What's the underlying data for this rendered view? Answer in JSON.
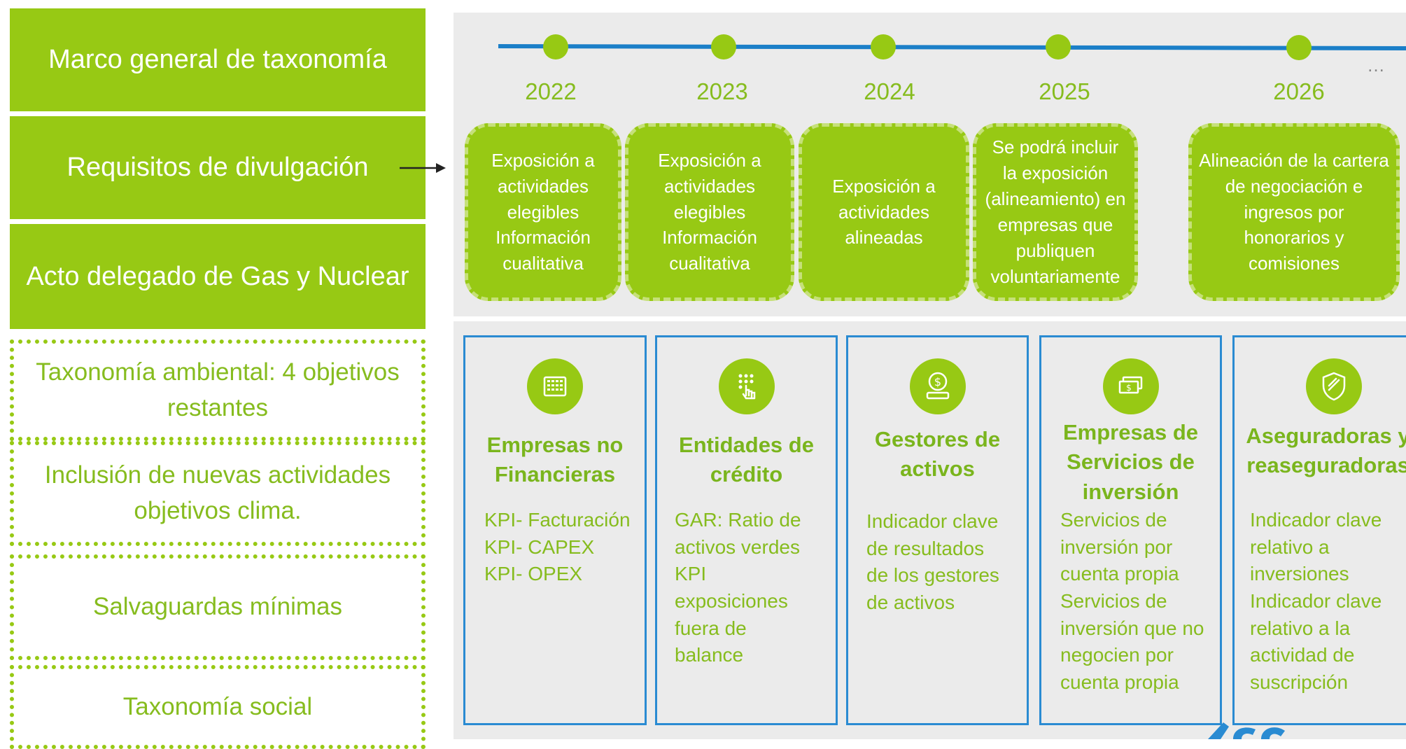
{
  "left": {
    "marco": "Marco general de taxonomía",
    "requisitos": "Requisitos de divulgación",
    "acto": "Acto delegado de Gas y Nuclear",
    "taxonomia_ambiental": "Taxonomía ambiental: 4 objetivos restantes",
    "inclusion": "Inclusión de nuevas actividades objetivos clima.",
    "salvaguardas": "Salvaguardas mínimas",
    "taxonomia_social": "Taxonomía social"
  },
  "timeline": {
    "years": [
      "2022",
      "2023",
      "2024",
      "2025",
      "2026"
    ],
    "ellipsis": "…"
  },
  "milestones": [
    "Exposición a actividades elegibles Información cualitativa",
    "Exposición a actividades elegibles Información cualitativa",
    "Exposición a actividades alineadas",
    "Se podrá incluir la exposición (alineamiento) en empresas que publiquen voluntariamente",
    "Alineación de la cartera de negociación e ingresos por honorarios y comisiones"
  ],
  "entities": [
    {
      "icon": "building-icon",
      "title": "Empresas no Financieras",
      "body": "KPI- Facturación\nKPI- CAPEX\nKPI- OPEX"
    },
    {
      "icon": "hand-touch-icon",
      "title": "Entidades de crédito",
      "body": "GAR: Ratio de\nactivos verdes\nKPI\nexposiciones\nfuera de\nbalance"
    },
    {
      "icon": "coin-icon",
      "title": "Gestores de activos",
      "body": "Indicador clave\nde resultados\nde los gestores\nde activos"
    },
    {
      "icon": "banknotes-icon",
      "title": "Empresas de Servicios de inversión",
      "body": "Servicios de\ninversión por\ncuenta propia\nServicios de\ninversión  que no\nnegocien por\ncuenta propia"
    },
    {
      "icon": "shield-icon",
      "title": "Aseguradoras y reaseguradoras",
      "body": "Indicador clave\nrelativo a\ninversiones\nIndicador clave\nrelativo a la\nactividad de\nsuscripción"
    }
  ],
  "colors": {
    "green": "#97c914",
    "text_green": "#86bc1e",
    "blue": "#2a8bd2",
    "panel": "#ebebeb"
  }
}
